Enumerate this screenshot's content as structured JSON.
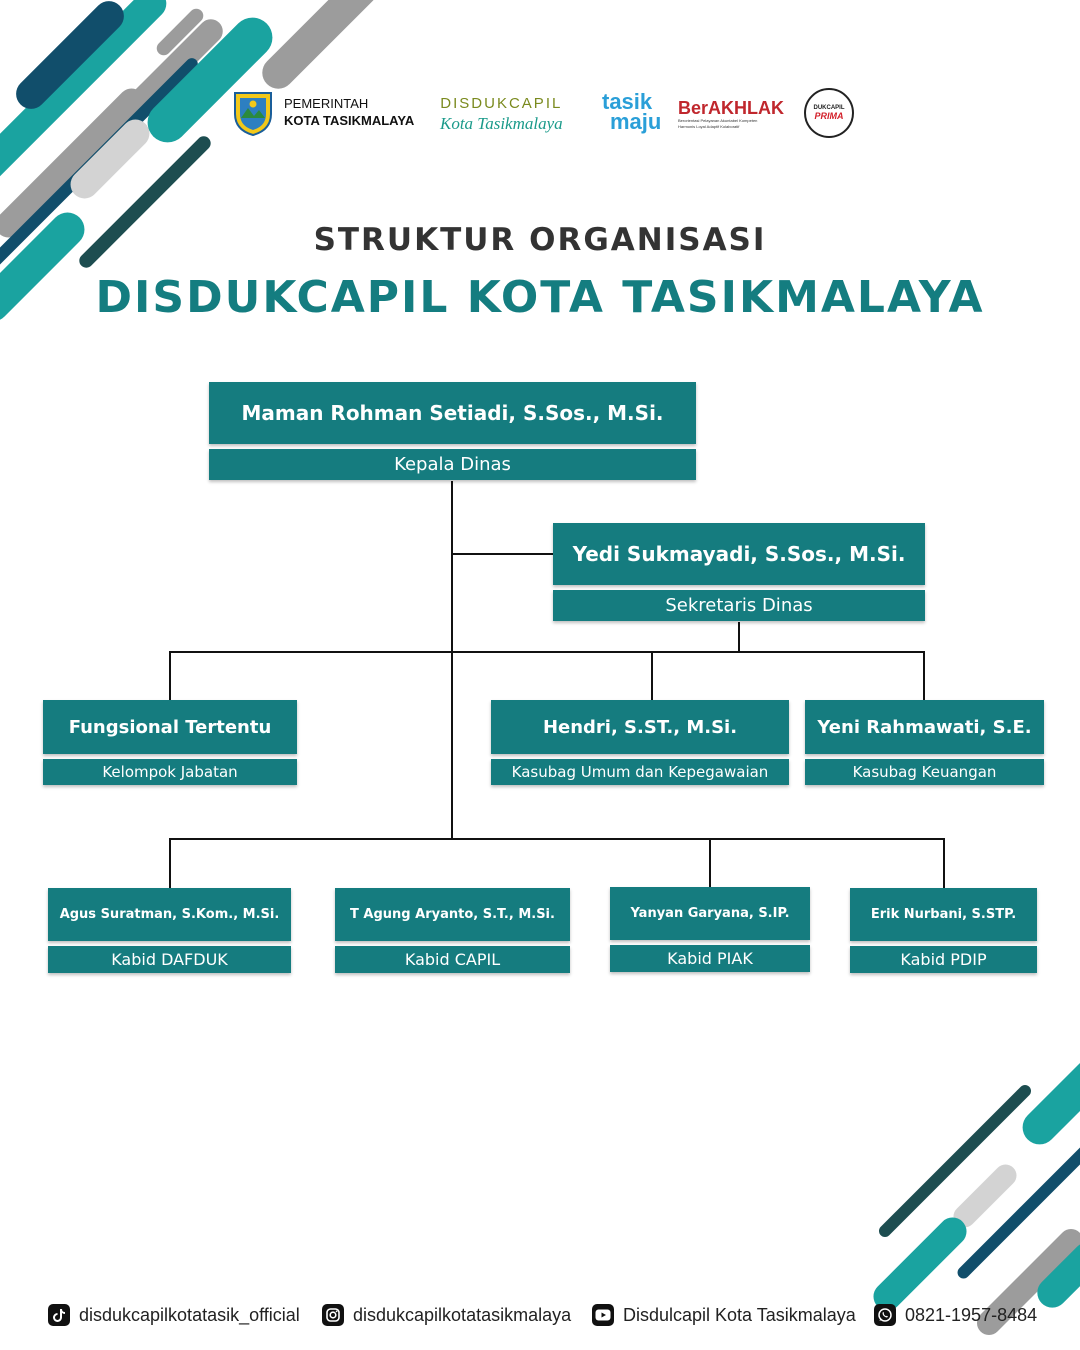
{
  "header": {
    "gov_line1": "PEMERINTAH",
    "gov_line2": "KOTA TASIKMALAYA",
    "disdukcapil_logo_line1": "DISDUKCAPIL",
    "disdukcapil_logo_line2": "Kota Tasikmalaya",
    "tasik_maju_line1": "tasik",
    "tasik_maju_line2": "maju",
    "berakhlak": "BerAKHLAK",
    "berakhlak_tagline1": "Berorientasi Pelayanan Akuntabel Kompeten",
    "berakhlak_tagline2": "Harmonis Loyal Adaptif Kolaboratif",
    "prima_line1": "DUKCAPIL",
    "prima_line2": "PRIMA"
  },
  "title": {
    "line1": "STRUKTUR ORGANISASI",
    "line2": "DISDUKCAPIL KOTA TASIKMALAYA"
  },
  "org": {
    "head": {
      "name": "Maman Rohman Setiadi, S.Sos., M.Si.",
      "role": "Kepala Dinas"
    },
    "secretary": {
      "name": "Yedi Sukmayadi, S.Sos., M.Si.",
      "role": "Sekretaris Dinas"
    },
    "fungsional": {
      "name": "Fungsional Tertentu",
      "role": "Kelompok Jabatan"
    },
    "umum": {
      "name": "Hendri, S.ST., M.Si.",
      "role": "Kasubag Umum dan Kepegawaian"
    },
    "keuangan": {
      "name": "Yeni Rahmawati, S.E.",
      "role": "Kasubag Keuangan"
    },
    "dafduk": {
      "name": "Agus Suratman, S.Kom., M.Si.",
      "role": "Kabid DAFDUK"
    },
    "capil": {
      "name": "T Agung Aryanto, S.T., M.Si.",
      "role": "Kabid CAPIL"
    },
    "piak": {
      "name": "Yanyan Garyana, S.IP.",
      "role": "Kabid PIAK"
    },
    "pdip": {
      "name": "Erik Nurbani, S.STP.",
      "role": "Kabid PDIP"
    }
  },
  "footer": {
    "tiktok": "disdukcapilkotatasik_official",
    "instagram": "disdukcapilkotatasikmalaya",
    "youtube": "Disdulcapil Kota Tasikmalaya",
    "whatsapp": "0821-1957-8484"
  },
  "colors": {
    "teal": "#157c7f",
    "bright_teal": "#1aa3a0",
    "dark_blue": "#114e6b",
    "dark_teal": "#1d4d50",
    "gray": "#9c9c9c",
    "light_gray": "#d3d3d3"
  }
}
